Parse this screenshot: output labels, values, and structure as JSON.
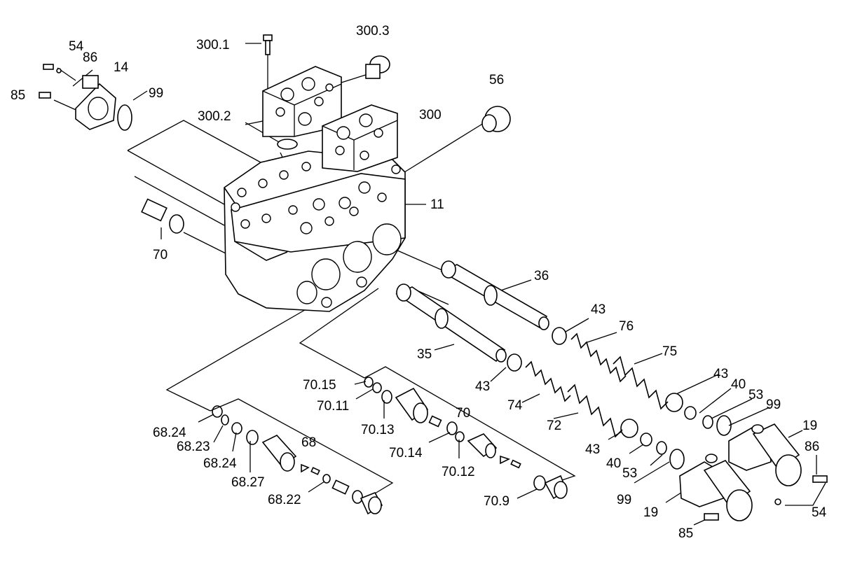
{
  "labels": {
    "l_300_1": "300.1",
    "l_300_3": "300.3",
    "l_54_top": "54",
    "l_86_top": "86",
    "l_14": "14",
    "l_85_top": "85",
    "l_99_top": "99",
    "l_300_2": "300.2",
    "l_300": "300",
    "l_56": "56",
    "l_11": "11",
    "l_70_left": "70",
    "l_36": "36",
    "l_43_a": "43",
    "l_76": "76",
    "l_75": "75",
    "l_35": "35",
    "l_43_b": "43",
    "l_74": "74",
    "l_72": "72",
    "l_43_c": "43",
    "l_40_a": "40",
    "l_53_a": "53",
    "l_99_a": "99",
    "l_19_a": "19",
    "l_86_b": "86",
    "l_43_d": "43",
    "l_40_b": "40",
    "l_53_b": "53",
    "l_99_b": "99",
    "l_19_b": "19",
    "l_54_b": "54",
    "l_85_b": "85",
    "l_70_15": "70.15",
    "l_70_11": "70.11",
    "l_70_13": "70.13",
    "l_70_mid": "70",
    "l_70_14": "70.14",
    "l_70_12": "70.12",
    "l_70_9": "70.9",
    "l_68_24a": "68.24",
    "l_68_23": "68.23",
    "l_68_24b": "68.24",
    "l_68_27": "68.27",
    "l_68": "68",
    "l_68_22": "68.22"
  }
}
